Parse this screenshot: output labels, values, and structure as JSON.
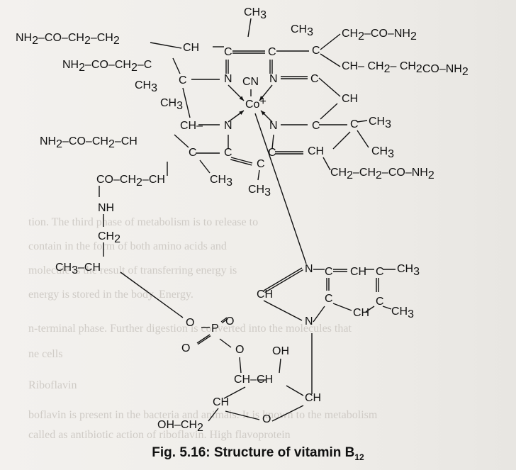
{
  "figure": {
    "caption": "Fig. 5.16: Structure of vitamin B",
    "caption_subscript": "12"
  },
  "ghost_text": {
    "lines": [
      "tion. The third phase of metabolism is to release to",
      "contain in the form of both amino acids and",
      "molecule is the result of transferring energy is",
      "energy is stored in the body. Energy.",
      "n-terminal phase. Further digestion is converted into the molecules that",
      "ne cells",
      "Riboflavin",
      "boflavin is present in the bacteria and animals. It is known to the metabolism",
      "called as antibiotic action of riboflavin. High flavoprotein"
    ]
  },
  "labels": {
    "ch3": "CH",
    "ch2": "CH",
    "ch": "CH",
    "c": "C",
    "n": "N",
    "co": "CO",
    "co_metal": "Co",
    "cn": "CN",
    "nh2": "NH",
    "nh": "NH",
    "o": "O",
    "p": "P",
    "oh": "OH",
    "ho": "OH",
    "sub2": "2",
    "sub3": "3"
  }
}
